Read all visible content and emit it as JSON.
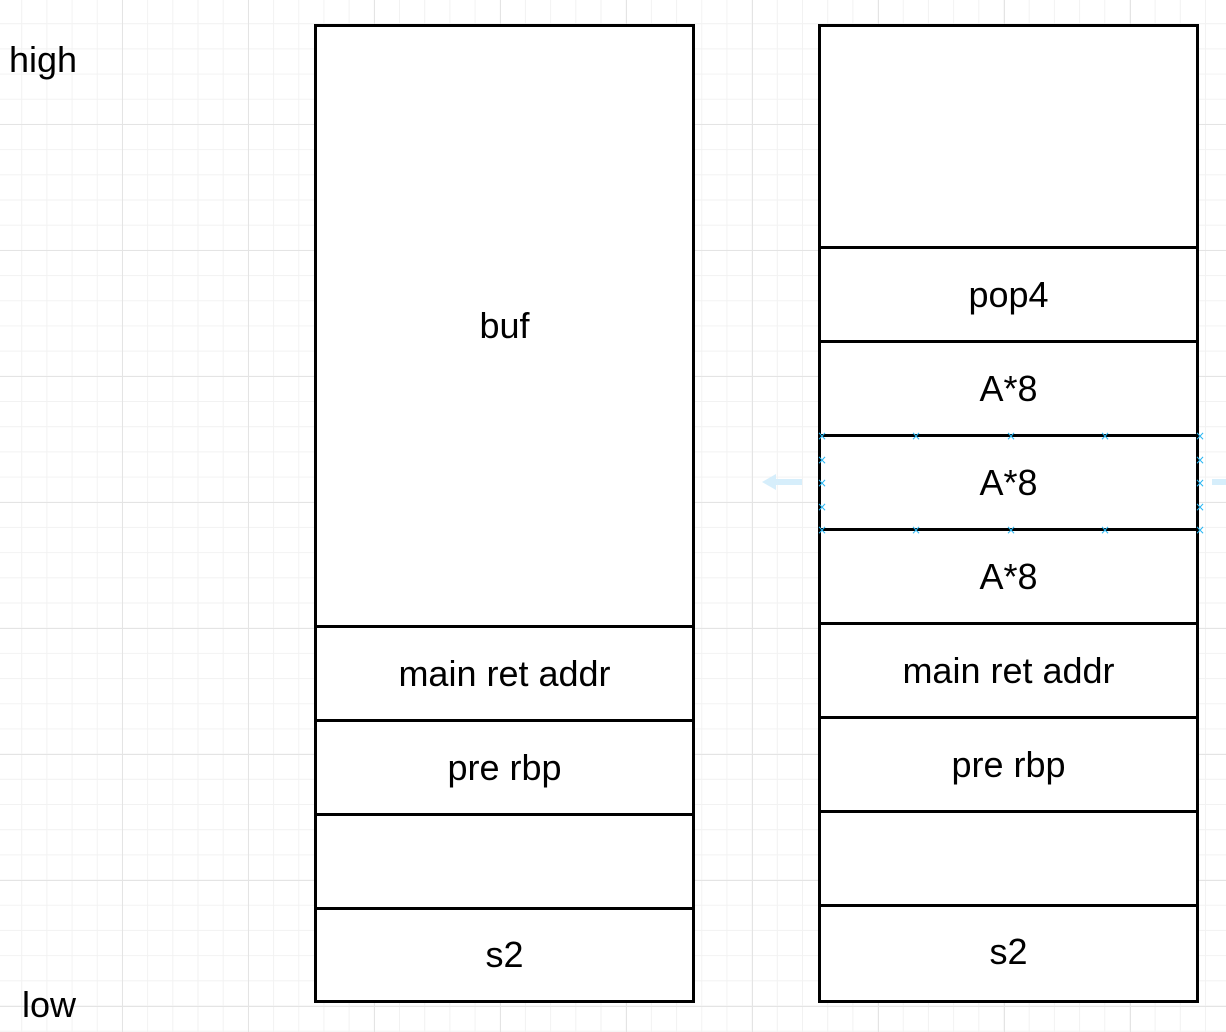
{
  "labels": {
    "high": "high",
    "low": "low"
  },
  "left_stack": {
    "cells": [
      "buf",
      "main ret addr",
      "pre rbp",
      "",
      "s2"
    ]
  },
  "right_stack": {
    "cells": [
      "",
      "pop4",
      "A*8",
      "A*8",
      "A*8",
      "main ret addr",
      "pre rbp",
      "",
      "s2"
    ],
    "selected_index": 3
  },
  "colors": {
    "border": "#000000",
    "selection": "#29b6f2",
    "selection_arrow": "#d6eefb",
    "grid_major": "#e4e4e4",
    "grid_minor": "#f2f2f2"
  }
}
